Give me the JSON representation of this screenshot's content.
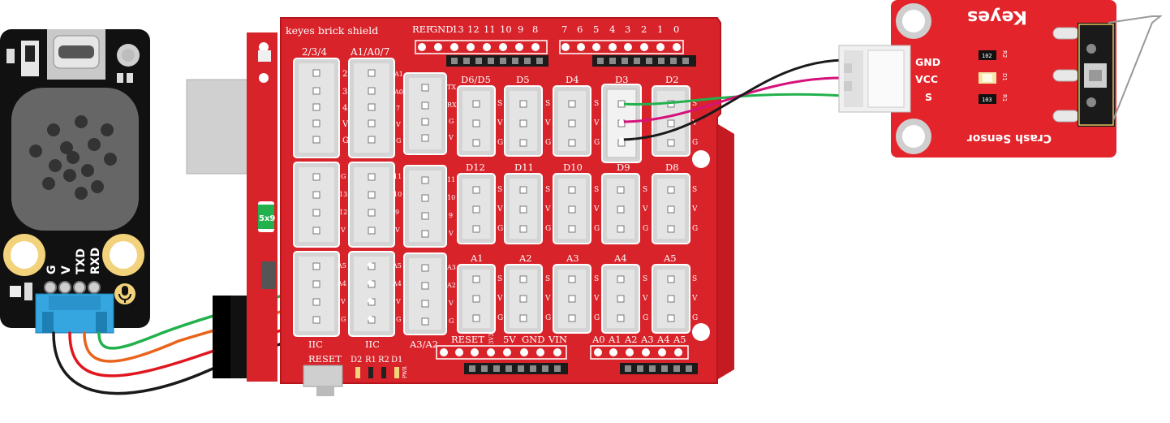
{
  "colors": {
    "board_red": "#d8232a",
    "board_dark_red": "#b5161c",
    "module_black": "#111111",
    "header_black": "#1b1b1b",
    "port_grey": "#d4d4d4",
    "connector_blue": "#35a6e0",
    "wire_green": "#22b14c",
    "wire_orange": "#e8641a",
    "wire_red": "#e0161e",
    "wire_black": "#1a1a1a",
    "wire_magenta": "#d6127a",
    "gold": "#f2d27a",
    "usb_grey": "#c9c9c9"
  },
  "icons": {
    "speaker": "speaker-grille-icon",
    "mic": "microphone-icon",
    "usb": "usb-c-port-icon"
  },
  "voice_module": {
    "pins": [
      "G",
      "V",
      "TXD",
      "RXD"
    ]
  },
  "shield": {
    "title": "keyes brick shield",
    "top_pins_left": [
      "REF",
      "GND",
      "13",
      "12",
      "11",
      "10",
      "9",
      "8"
    ],
    "top_pins_right": [
      "7",
      "6",
      "5",
      "4",
      "3",
      "2",
      "1",
      "0"
    ],
    "port_labels_row1": [
      "D6/D5",
      "D5",
      "D4",
      "D3",
      "D2"
    ],
    "port_labels_row2": [
      "D12",
      "D11",
      "D10",
      "D9",
      "D8"
    ],
    "port_labels_row3": [
      "A1",
      "A2",
      "A3",
      "A4",
      "A5"
    ],
    "svg_pins": [
      "S",
      "V",
      "G"
    ],
    "left_col_labels": [
      "2/3/4",
      "A1/A0/7"
    ],
    "col1_pins": [
      "2",
      "3",
      "4",
      "V",
      "G"
    ],
    "col2_pins": [
      "A1",
      "A0",
      "7",
      "V",
      "G"
    ],
    "col3_pins": [
      "TX",
      "RX",
      "G",
      "V"
    ],
    "row2_col1_pins": [
      "G",
      "13",
      "12",
      "V"
    ],
    "row2_col2_pins": [
      "11",
      "10",
      "9",
      "V"
    ],
    "row2_col3_pins": [
      "11",
      "10",
      "9",
      "V"
    ],
    "iic_pins": [
      "A5",
      "A4",
      "V",
      "G"
    ],
    "a3a2_pins": [
      "A3",
      "A2",
      "V",
      "G"
    ],
    "bottom_labels": [
      "IIC",
      "IIC",
      "A3/A2"
    ],
    "bottom_pins_left": [
      "RESET",
      "3V3",
      "5V",
      "GND",
      "VIN"
    ],
    "bottom_pins_right": [
      "A0",
      "A1",
      "A2",
      "A3",
      "A4",
      "A5"
    ],
    "reset_label": "RESET",
    "led_labels": [
      "D2",
      "R1",
      "R2",
      "D1"
    ],
    "pwr_label": "PWR",
    "fuse_label": "5x9"
  },
  "crash_sensor": {
    "brand": "Keyes",
    "name": "Crash Sensor",
    "pins": [
      "GND",
      "VCC",
      "S"
    ],
    "components": [
      "R2",
      "D1",
      "R1"
    ],
    "resistor_codes": [
      "102",
      "103"
    ]
  }
}
